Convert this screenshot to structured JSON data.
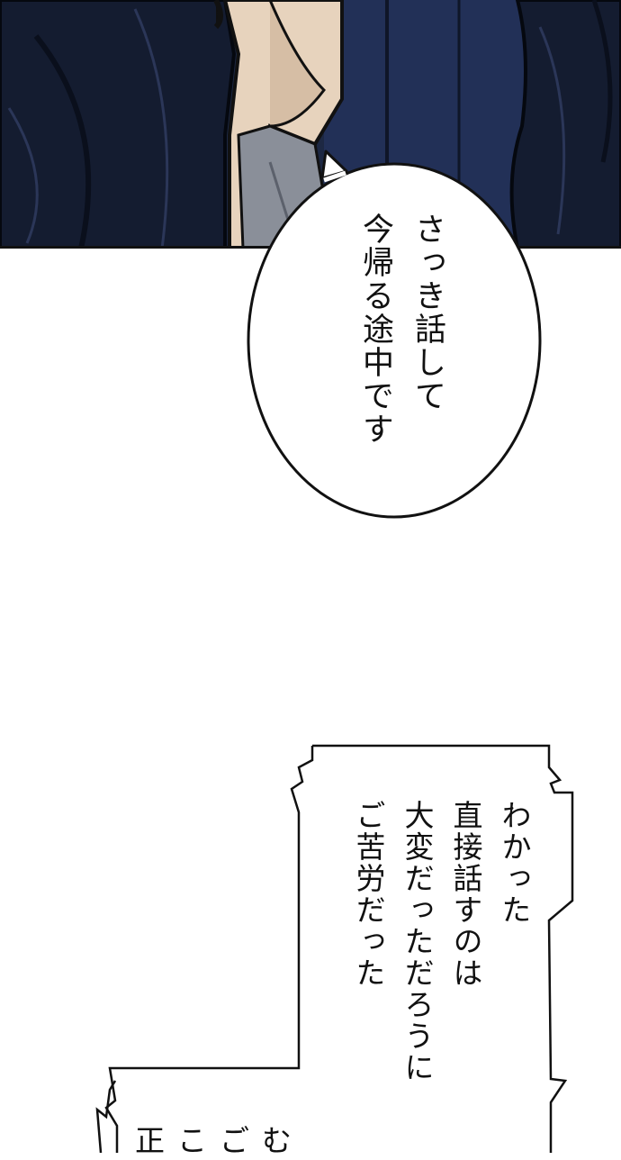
{
  "panel": {
    "art_icon": "manga-panel-two-men-in-suits"
  },
  "speech_bubble": {
    "lines": [
      "さっき話して",
      "今帰る途中です"
    ]
  },
  "narration_box": {
    "lines": [
      "わかった",
      "直接話すのは",
      "大変だっただろうに",
      "ご苦労だった"
    ]
  },
  "bottom_box": {
    "text": "正こごむ"
  },
  "colors": {
    "panel_bg": "#1b2540",
    "suit": "#141c30",
    "skin": "#e7d3bd",
    "ink": "#111111"
  }
}
